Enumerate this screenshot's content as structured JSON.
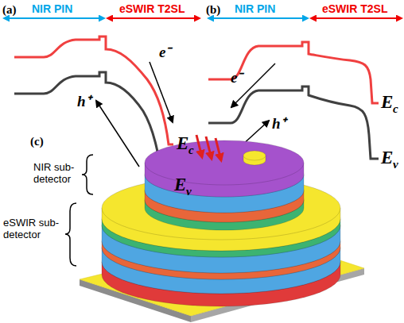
{
  "diagram": {
    "labels": [
      "(a)",
      "NIR PIN",
      "eSWIR T2SL",
      "e⁻",
      "h⁺",
      "E",
      "c",
      "E",
      "v",
      "(b)",
      "NIR PIN",
      "eSWIR T2SL",
      "e⁻",
      "h⁺",
      "E",
      "c",
      "E",
      "v",
      "(c)",
      "NIR sub-detector",
      "eSWIR sub-detector"
    ]
  }
}
